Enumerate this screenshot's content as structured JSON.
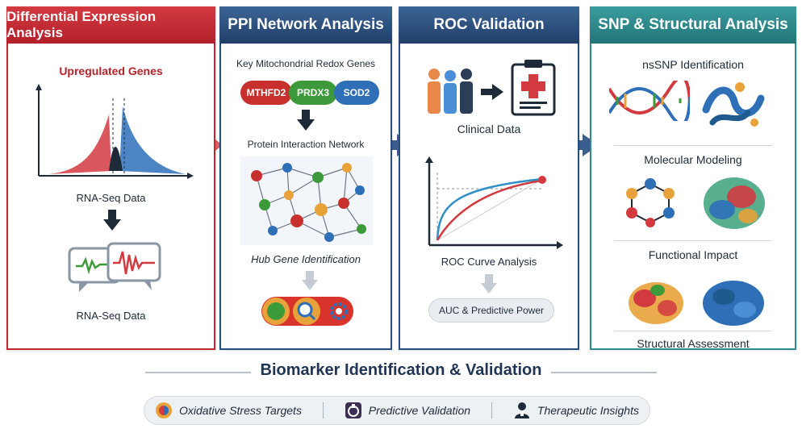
{
  "panels": [
    {
      "title": "Differential Expression Analysis",
      "color": "#c1272d"
    },
    {
      "title": "PPI Network Analysis",
      "color": "#264d7d"
    },
    {
      "title": "ROC Validation",
      "color": "#264d7d"
    },
    {
      "title": "SNP & Structural Analysis",
      "color": "#2c8c8c"
    }
  ],
  "de": {
    "upregulated": "Upregulated Genes",
    "rnaseq_1": "RNA-Seq Data",
    "rnaseq_2": "RNA-Seq Data"
  },
  "ppi": {
    "key_genes": "Key Mitochondrial Redox Genes",
    "genes": [
      "MTHFD2",
      "PRDX3",
      "SOD2"
    ],
    "network": "Protein Interaction Network",
    "hub": "Hub Gene Identification"
  },
  "roc": {
    "clinical": "Clinical Data",
    "curve": "ROC Curve Analysis",
    "auc": "AUC & Predictive Power"
  },
  "snp": {
    "nssnp": "nsSNP Identification",
    "modeling": "Molecular Modeling",
    "impact": "Functional Impact",
    "structural": "Structural Assessment"
  },
  "bottom": {
    "title": "Biomarker Identification & Validation",
    "items": [
      "Oxidative Stress Targets",
      "Predictive Validation",
      "Therapeutic Insights"
    ]
  },
  "colors": {
    "red": "#c1272d",
    "navy": "#264d7d",
    "teal": "#2c8c8c",
    "gene_mthfd2": "#c8302e",
    "gene_prdx3": "#3d9a3a",
    "gene_sod2": "#2e6fb8"
  }
}
